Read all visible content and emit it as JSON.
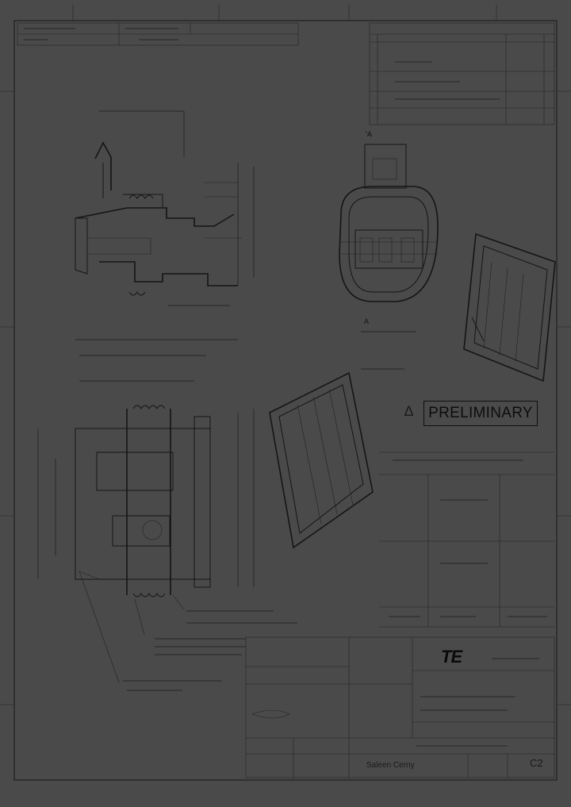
{
  "sheet": {
    "background": "#4a4a4a",
    "ink": "#151515"
  },
  "preliminary": {
    "label": "PRELIMINARY"
  },
  "title_block": {
    "logo": "TE",
    "drawn_by": "Saleen Cerny",
    "revision": "C2"
  },
  "callouts": {
    "view_a": "A",
    "detail_a": "A"
  }
}
